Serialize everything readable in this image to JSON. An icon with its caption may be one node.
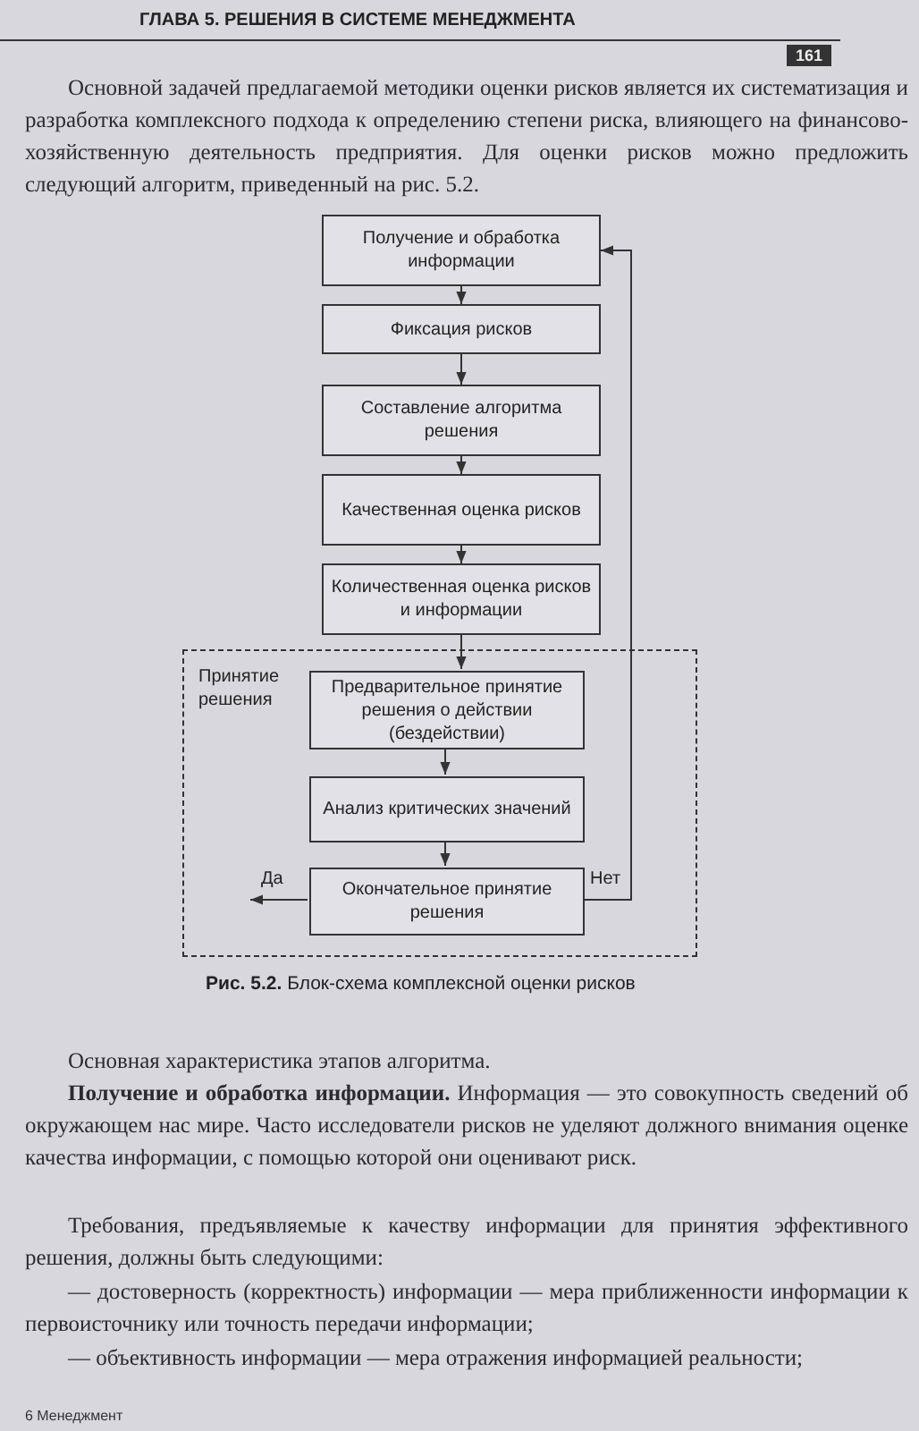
{
  "diagram": {
    "caption": "**Рис. 5.2.** Блок-схема комплексной оценки рисков",
    "nodes": [
      {
        "text": [
          "Получение и обработка информации"
        ]
      },
      {
        "text": [
          "Фиксация рисков"
        ]
      },
      {
        "text": [
          "Составление алгоритма решения"
        ]
      },
      {
        "text": [
          "Качественная оценка рисков"
        ]
      },
      {
        "text": [
          "Количественная оценка рисков и информации"
        ]
      },
      {
        "text": [
          "Принятие решения"
        ]
      },
      {
        "text": [
          "Предварительное принятие решения о действии (бездействии)"
        ],
        "in": 5
      },
      {
        "text": [
          "Анализ критических значений"
        ],
        "in": 5
      },
      {
        "text": [
          "Окончательное принятие решения"
        ],
        "in": 5
      }
    ],
    "edges": [
      {
        "from": 0,
        "to": 1,
        "arrow": "to"
      },
      {
        "from": 1,
        "to": 2,
        "arrow": "to"
      },
      {
        "from": 2,
        "to": 3,
        "arrow": "to"
      },
      {
        "from": 3,
        "to": 4,
        "arrow": "to"
      },
      {
        "from": 4,
        "to": 6,
        "arrow": "to"
      },
      {
        "from": 6,
        "to": 7,
        "arrow": "to"
      },
      {
        "from": 7,
        "to": 8,
        "arrow": "to"
      },
      {
        "from": 8,
        "to": 0,
        "arrow": "to",
        "label": "Нет"
      },
      {
        "from": 8,
        "to": null,
        "arrow": "to",
        "label": "Да"
      }
    ],
    "labels": [
      "ГЛАВА 5. РЕШЕНИЯ В СИСТЕМЕ МЕНЕДЖМЕНТА",
      "161",
      "Основной задачей предлагаемой методики оценки рисков является их систематизация и разработка комплексного подхода к определению степени риска, влияющего на финансово-хозяйственную деятельность предприятия. Для оценки рисков можно предложить следующий алгоритм, приведенный на рис. 5.2.",
      "Основная характеристика этапов алгоритма.",
      "**Получение и обработка информации.** Информация — это совокупность сведений об окружающем нас мире. Часто исследователи рисков не уделяют должного внимания оценке качества информации, с помощью которой они оценивают риск.",
      "Требования, предъявляемые к качеству информации для принятия эффективного решения, должны быть следующими:",
      "— достоверность (корректность) информации — мера приближенности информации к первоисточнику или точность передачи информации;",
      "— объективность информации — мера отражения информацией реальности;",
      "6 Менеджмент"
    ]
  }
}
